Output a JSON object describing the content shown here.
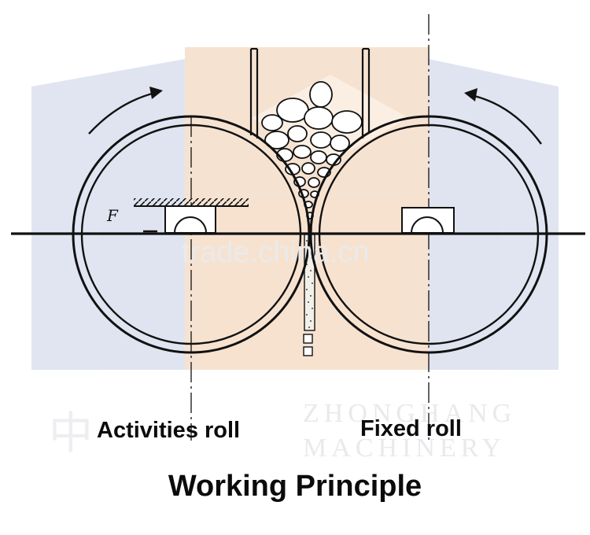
{
  "labels": {
    "activities_roll": "Activities roll",
    "fixed_roll": "Fixed roll",
    "title": "Working Principle",
    "force": "F"
  },
  "watermark": {
    "text": "trade.china.cn",
    "brand": "ZHONGHANG MACHINERY"
  },
  "colors": {
    "line": "#111111",
    "watermark_blue": "#dfe3ee",
    "watermark_orange": "#f7e2cf",
    "watermark_text": "#e8e8e8"
  }
}
